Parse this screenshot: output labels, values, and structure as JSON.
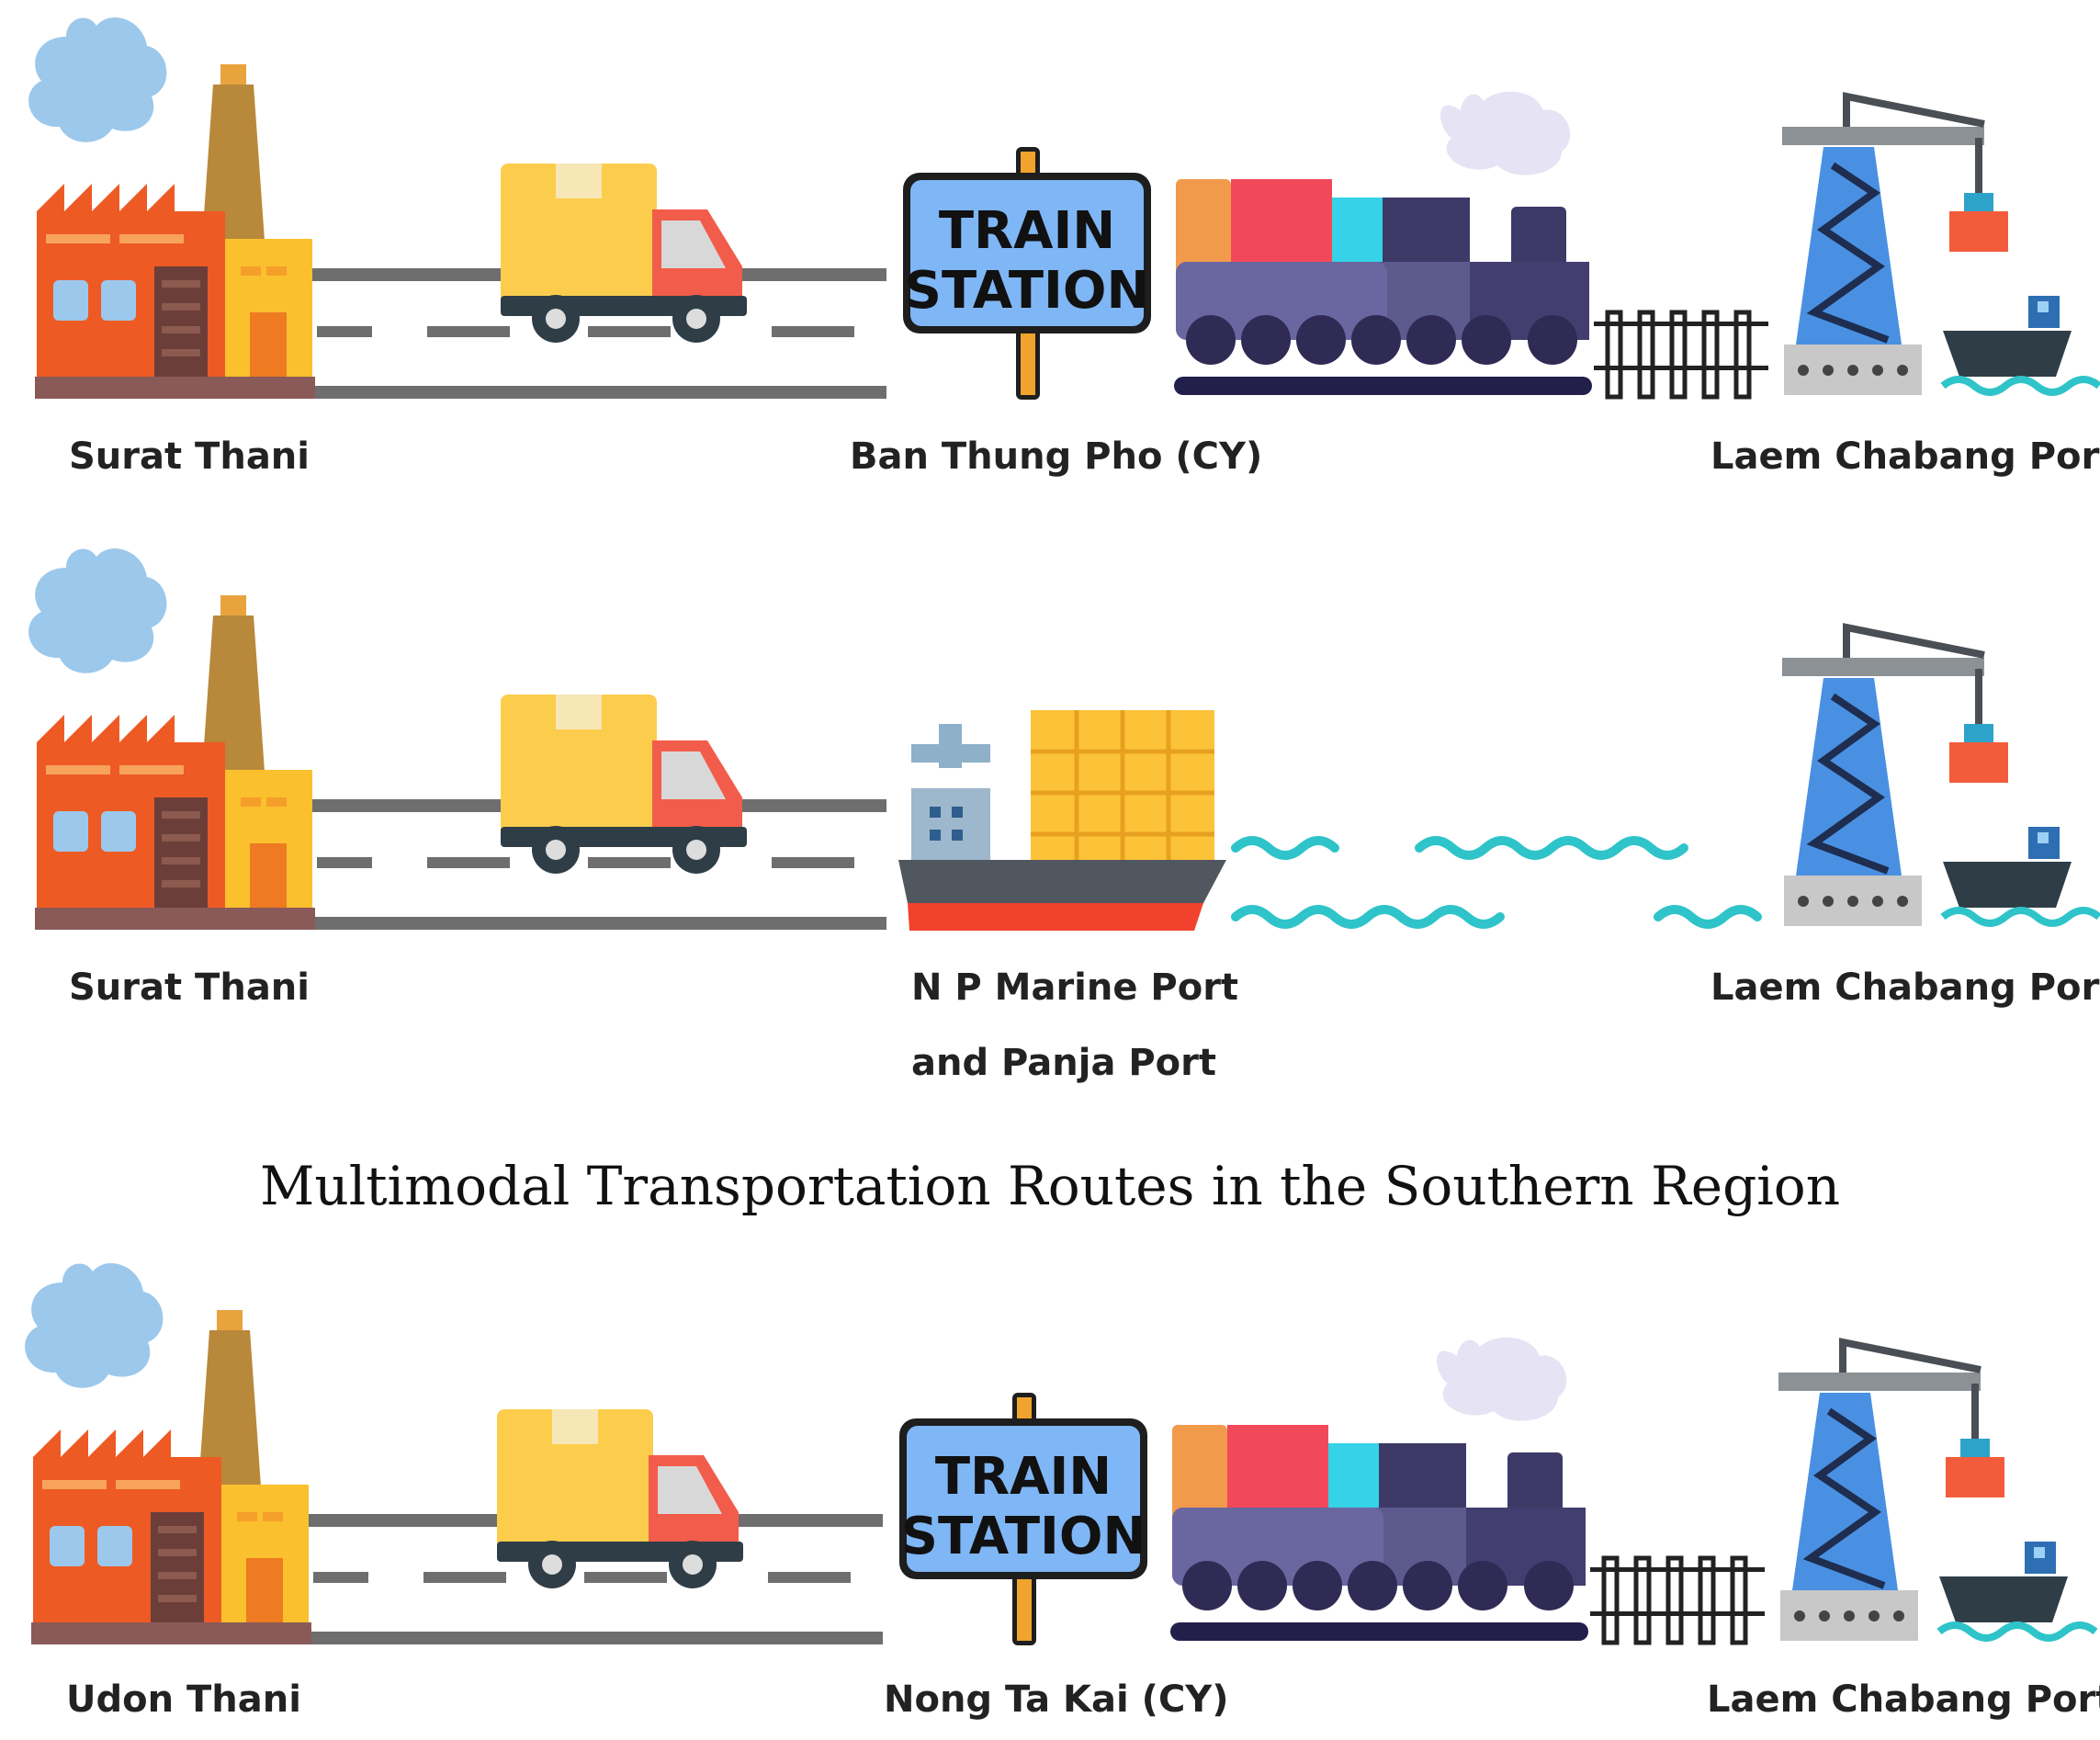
{
  "caption": "Multimodal Transportation Routes in the Southern Region",
  "colors": {
    "factory": "#EE5A24",
    "chimney": "#B8893A",
    "smoke": "#9CC8EC",
    "truck_box": "#FCCD4D",
    "truck_cab": "#F25C4A",
    "sign": "#7FB6F5",
    "locomotive": "#5D5A8E",
    "crane": "#4A90E2",
    "water": "#2EC4C9"
  },
  "sign": {
    "line1": "TRAIN",
    "line2": "STATION"
  },
  "rows": [
    {
      "mode": "rail",
      "origin": "Surat Thani",
      "hub": "Ban Thung Pho (CY)",
      "destination": "Laem Chabang Port"
    },
    {
      "mode": "sea",
      "origin": "Surat Thani",
      "hub_line1": "N P Marine Port",
      "hub_line2": "and Panja Port",
      "destination": "Laem Chabang Port"
    },
    {
      "mode": "rail",
      "origin": "Udon Thani",
      "hub": "Nong Ta Kai (CY)",
      "destination": "Laem Chabang Port"
    }
  ]
}
